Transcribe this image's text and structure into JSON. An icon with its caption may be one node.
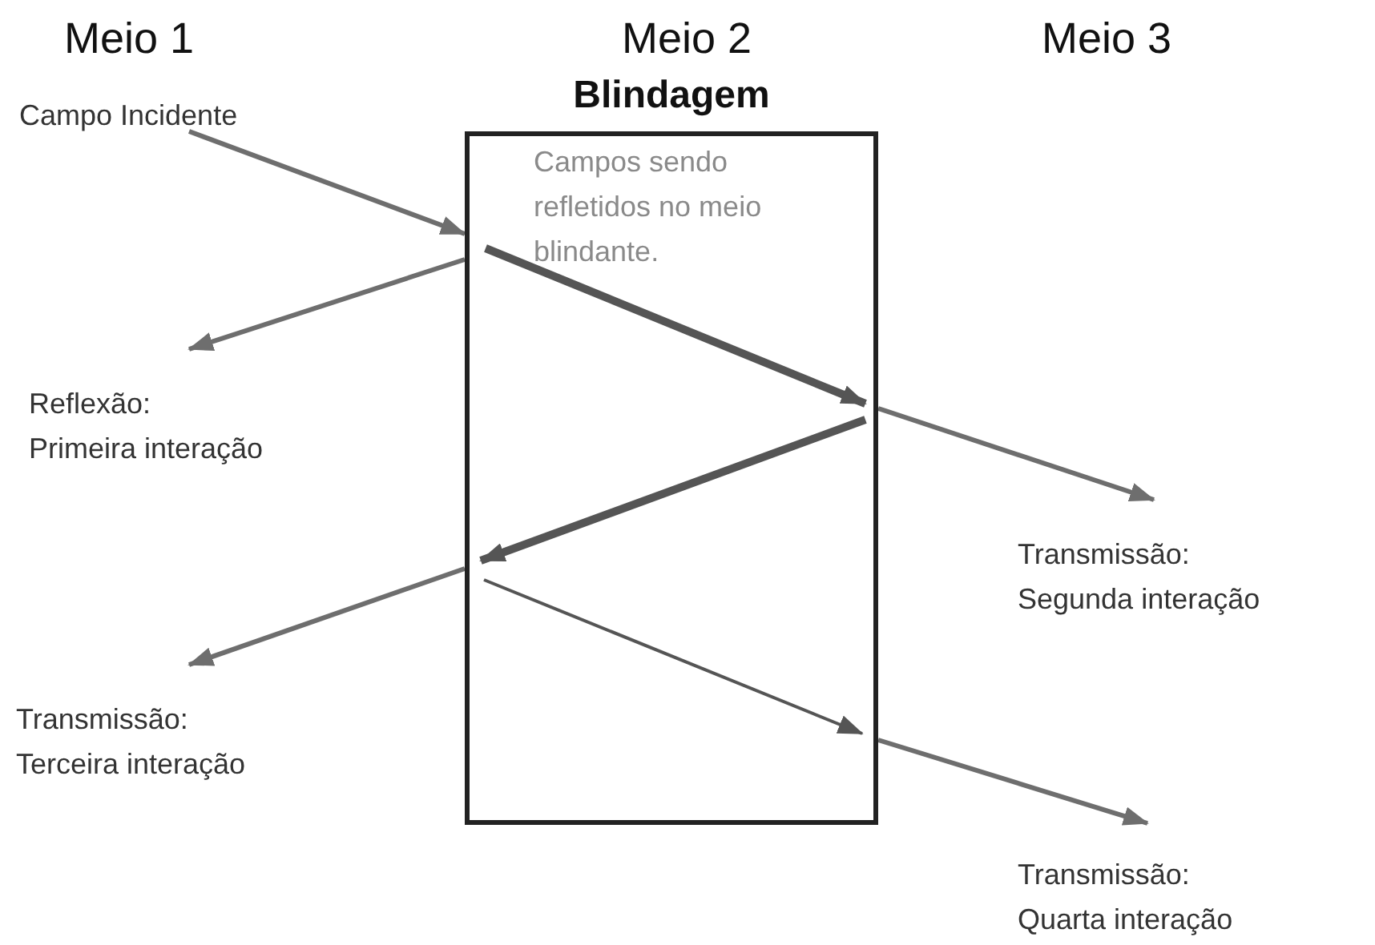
{
  "diagram": {
    "nodes": [
      {
        "text": [
          "Blindagem",
          "Campos sendo refletidos no meio blindante."
        ]
      },
      {
        "text": [
          "Campo Incidente"
        ]
      },
      {
        "text": [
          "Reflexão:",
          "Primeira interação"
        ]
      },
      {
        "text": [
          "Transmissão:",
          "Segunda interação"
        ]
      },
      {
        "text": [
          "Transmissão:",
          "Terceira interação"
        ]
      },
      {
        "text": [
          "Transmissão:",
          "Quarta interação"
        ]
      }
    ],
    "edges": [
      {
        "from": 1,
        "to": 0,
        "arrow": "to"
      },
      {
        "from": 0,
        "to": 2,
        "arrow": "to"
      },
      {
        "from": 0,
        "to": 3,
        "arrow": "to"
      },
      {
        "from": 0,
        "to": 4,
        "arrow": "to"
      },
      {
        "from": 0,
        "to": 5,
        "arrow": "to"
      }
    ],
    "labels": [
      "Meio 1",
      "Meio 2",
      "Meio 3"
    ]
  }
}
